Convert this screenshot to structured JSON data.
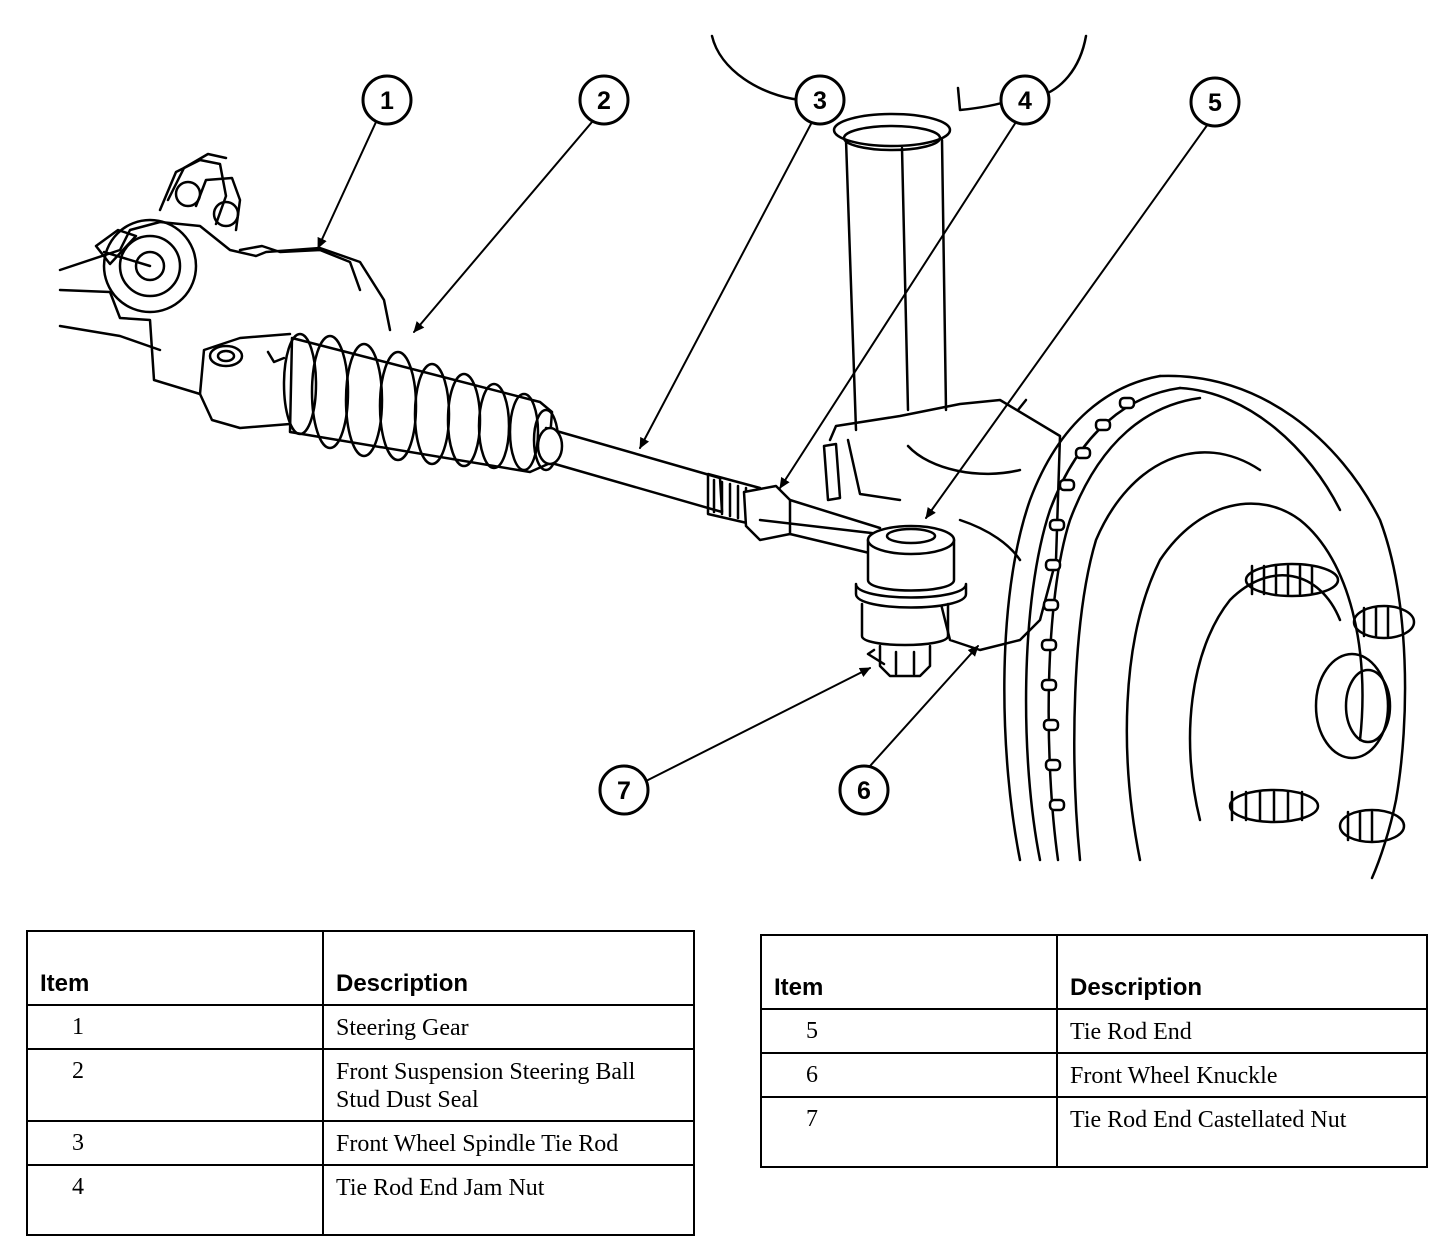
{
  "callouts": [
    {
      "number": "1",
      "name": "Steering Gear"
    },
    {
      "number": "2",
      "name": "Front Suspension Steering Ball Stud Dust Seal"
    },
    {
      "number": "3",
      "name": "Front Wheel Spindle Tie Rod"
    },
    {
      "number": "4",
      "name": "Tie Rod End Jam Nut"
    },
    {
      "number": "5",
      "name": "Tie Rod End"
    },
    {
      "number": "6",
      "name": "Front Wheel Knuckle"
    },
    {
      "number": "7",
      "name": "Tie Rod End Castellated Nut"
    }
  ],
  "tables": [
    {
      "header_item": "Item",
      "header_description": "Description",
      "rows": [
        {
          "item": "1",
          "description": "Steering Gear"
        },
        {
          "item": "2",
          "description": "Front Suspension Steering Ball",
          "description_line2": "Stud Dust Seal"
        },
        {
          "item": "3",
          "description": "Front Wheel Spindle Tie Rod"
        },
        {
          "item": "4",
          "description": "Tie Rod End Jam Nut"
        }
      ]
    },
    {
      "header_item": "Item",
      "header_description": "Description",
      "rows": [
        {
          "item": "5",
          "description": "Tie Rod End"
        },
        {
          "item": "6",
          "description": "Front Wheel Knuckle"
        },
        {
          "item": "7",
          "description": "Tie Rod End Castellated Nut"
        }
      ]
    }
  ]
}
